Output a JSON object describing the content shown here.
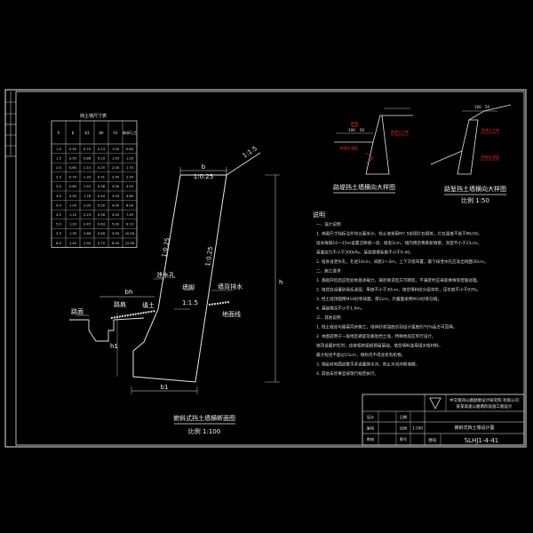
{
  "drawing": {
    "section_title": "俯斜式挡土墙横断面图",
    "section_scale": "比例 1:100",
    "detail_title_left": "路堤挡土墙横向大样图",
    "detail_title_right": "路堑挡土墙横向大样图",
    "detail_scale": "比例 1:50",
    "notes_heading": "说明",
    "drawing_number": "SLHJ1-4-41"
  },
  "section_labels": {
    "b": "b",
    "ratio_top": "1:0.25",
    "bh": "bh",
    "b1": "b1",
    "ratio_face": "1:0.25",
    "ratio_back": "1:0.25",
    "ratio_ground": "1:1.5",
    "slope_ratio": "1:1.5",
    "h": "h",
    "h1": "h1",
    "road": "路面",
    "shoulder": "路肩",
    "drain": "泄水孔",
    "fill": "填土",
    "backfill": "墙背排水",
    "ground": "地面线",
    "foot": "墙脚"
  },
  "table": {
    "title": "挡土墙尺寸表",
    "headers": [
      "h",
      "b",
      "b1",
      "bh",
      "h1",
      "每米圬工"
    ],
    "rows": [
      [
        "1.0",
        "0.50",
        "0.75",
        "0.13",
        "1.00",
        "0.63"
      ],
      [
        "1.5",
        "0.50",
        "0.88",
        "0.19",
        "1.50",
        "1.03"
      ],
      [
        "2.0",
        "0.60",
        "1.10",
        "0.25",
        "2.00",
        "1.70"
      ],
      [
        "2.5",
        "0.70",
        "1.33",
        "0.31",
        "2.50",
        "2.54"
      ],
      [
        "3.0",
        "0.80",
        "1.55",
        "0.38",
        "3.00",
        "3.53"
      ],
      [
        "3.5",
        "0.90",
        "1.78",
        "0.44",
        "3.50",
        "4.69"
      ],
      [
        "4.0",
        "1.00",
        "2.00",
        "0.50",
        "4.00",
        "6.00"
      ],
      [
        "4.5",
        "1.10",
        "2.23",
        "0.56",
        "4.50",
        "7.49"
      ],
      [
        "5.0",
        "1.20",
        "2.45",
        "0.63",
        "5.00",
        "9.13"
      ],
      [
        "5.5",
        "1.30",
        "2.68",
        "0.69",
        "5.50",
        "10.94"
      ],
      [
        "6.0",
        "1.40",
        "2.90",
        "0.75",
        "6.00",
        "12.90"
      ]
    ]
  },
  "notes": [
    "一、设计说明",
    "1. 本图尺寸除标注外均以厘米计，挡土墙采用M7.5浆砌片石砌筑，片石强度不低于MU30。",
    "   墙身每隔10～15m设置沉降缝一道，缝宽2cm，缝内用沥青麻絮填塞，深度不小于15cm。",
    "   基底应力不小于300kPa，基底摩擦系数不小于0.40。",
    "2. 墙身设泄水孔，孔径10cm，间距2～3m，上下交错布置，最下排泄水孔应高出地面30cm。",
    "二、施工要求",
    "1. 基础开挖后应检验地基承载力，满足要求后方可砌筑，不满足时应采取换填等措施处理。",
    "2. 墙背应设置砂砾反滤层，厚度不小于30cm，墙背填料应分层夯实，压实度不小于93%。",
    "3. 挡土墙顶面用M10砂浆抹面，厚2cm，外露面采用M10砂浆勾缝。",
    "4. 基础埋深不小于1.0m。",
    "三、其他说明",
    "1. 挡土墙应与路基同步施工，墙体砂浆强度达到设计强度的75%后方可回填。",
    "2. 本图适用于一般地区路堤及路堑挡土墙，特殊地段应另行设计。",
    "   墙顶设置护栏时，应按相关图纸预留基础，墙背填料选用透水性材料，",
    "   最大粒径不超过15cm，填料内不得含有有机物。",
    "3. 墙趾前地面应整平并设置排水沟，防止水流冲刷墙脚。",
    "4. 其他未尽事宜按现行规范执行。"
  ],
  "title_block": {
    "company": "中交第四公路勘察设计研究院 有限公司",
    "project": "某某高速公路两阶段施工图设计",
    "sheet_title": "俯斜式挡土墙设计图",
    "rows": [
      [
        "设计",
        "",
        "日期",
        ""
      ],
      [
        "复核",
        "",
        "比例",
        "1:100"
      ],
      [
        "审核",
        "",
        "图号",
        ""
      ]
    ],
    "drawing_label": "图号"
  },
  "detail_labels": {
    "left_dim1": "100",
    "left_dim2": "50",
    "right_dim1": "100",
    "right_dim2": "50",
    "red_note1": "防渗土工布",
    "red_note2": "砂砾反滤层",
    "red_note3": "防渗土工布",
    "red_note4": "砂砾反滤层"
  }
}
